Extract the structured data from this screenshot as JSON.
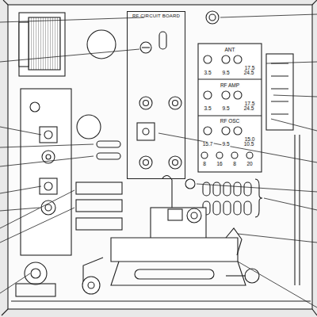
{
  "diagram": {
    "nodes": [
      {
        "text": [
          "RF CIRCUIT BOARD"
        ]
      }
    ],
    "labels": [
      "ANT",
      "17.5",
      "3.5",
      "9.5",
      "24.5",
      "RF AMP",
      "17.5",
      "3.5",
      "9.5",
      "24.5",
      "RF OSC",
      "15.0",
      "15.7",
      "9.5",
      "10.5",
      "8",
      "16",
      "8",
      "20"
    ]
  }
}
